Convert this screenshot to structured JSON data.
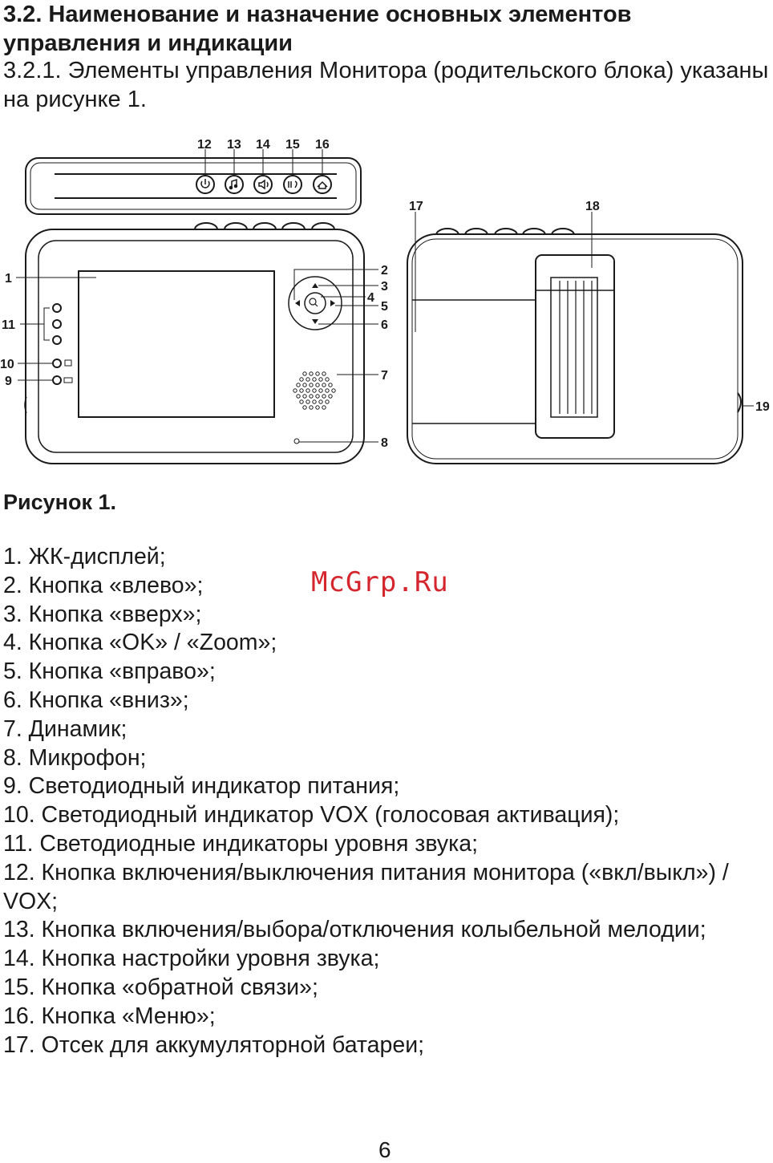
{
  "heading": "3.2. Наименование и назначение основных элементов управления и индикации",
  "intro": "3.2.1.  Элементы управления Монитора (родительского блока) указаны на рисунке 1.",
  "figure": {
    "callouts": [
      "1",
      "2",
      "3",
      "4",
      "5",
      "6",
      "7",
      "8",
      "9",
      "10",
      "11",
      "12",
      "13",
      "14",
      "15",
      "16",
      "17",
      "18",
      "19"
    ]
  },
  "caption": "Рисунок 1.",
  "items": [
    "1. ЖК-дисплей;",
    "2. Кнопка «влево»;",
    "3. Кнопка «вверх»;",
    "4. Кнопка «OK» / «Zoom»;",
    "5. Кнопка «вправо»;",
    "6. Кнопка «вниз»;",
    "7. Динамик;",
    "8. Микрофон;",
    "9. Светодиодный индикатор питания;",
    "10. Светодиодный индикатор VOX (голосовая активация);",
    "11. Светодиодные индикаторы уровня звука;",
    "12. Кнопка включения/выключения питания монитора («вкл/выкл») / VOX;",
    "13. Кнопка включения/выбора/отключения колыбельной мелодии;",
    "14. Кнопка настройки уровня звука;",
    "15. Кнопка «обратной связи»;",
    "16. Кнопка «Меню»;",
    "17. Отсек для аккумуляторной батареи;"
  ],
  "watermark": "McGrp.Ru",
  "page_number": "6"
}
